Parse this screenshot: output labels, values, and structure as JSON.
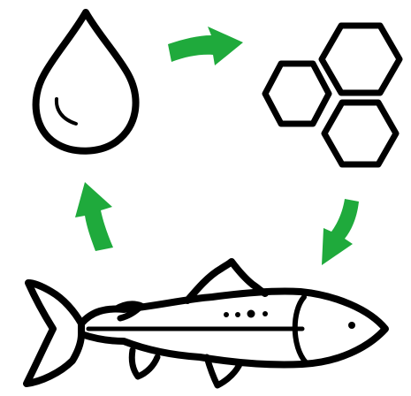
{
  "colors": {
    "background": "#ffffff",
    "outline": "#000000",
    "arrow": "#1faa3c"
  },
  "diagram": {
    "kind": "cycle",
    "nodes": [
      {
        "id": "water",
        "icon": "water-drop-icon"
      },
      {
        "id": "molecules",
        "icon": "hexagon-cluster-icon"
      },
      {
        "id": "fish",
        "icon": "salmon-fish-icon"
      }
    ],
    "edges": [
      {
        "from": "water",
        "to": "molecules",
        "icon": "arrow-right-icon"
      },
      {
        "from": "molecules",
        "to": "fish",
        "icon": "arrow-down-left-icon"
      },
      {
        "from": "fish",
        "to": "water",
        "icon": "arrow-up-icon"
      }
    ]
  }
}
